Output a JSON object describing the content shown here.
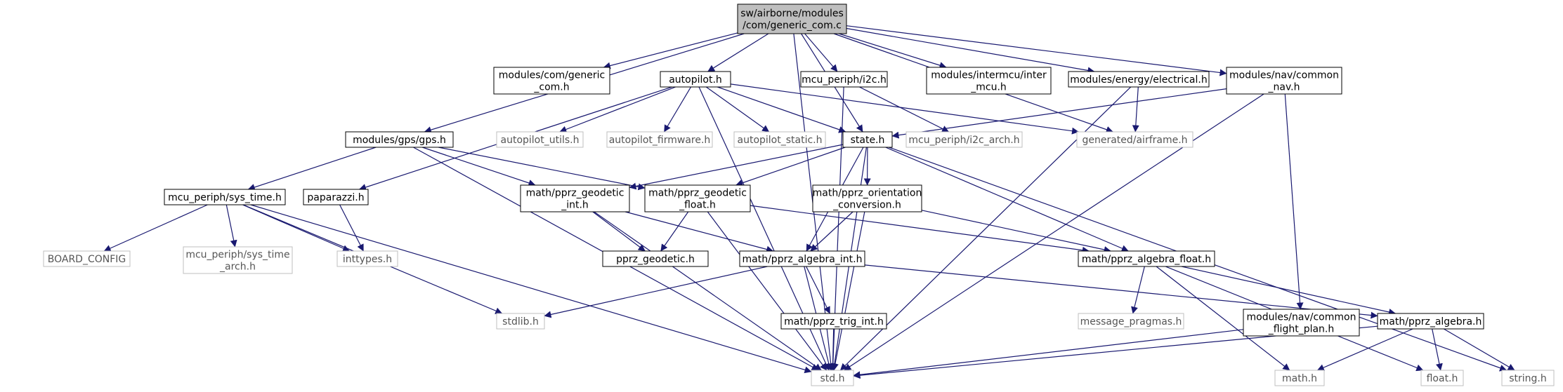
{
  "nodes": [
    {
      "id": "root",
      "lines": [
        "sw/airborne/modules",
        "/com/generic_com.c"
      ],
      "kind": "root"
    },
    {
      "id": "std",
      "lines": [
        "std.h"
      ],
      "kind": "external"
    },
    {
      "id": "modcomgen",
      "lines": [
        "modules/com/generic",
        "_com.h"
      ],
      "kind": "documented"
    },
    {
      "id": "autopilot",
      "lines": [
        "autopilot.h"
      ],
      "kind": "documented"
    },
    {
      "id": "i2c",
      "lines": [
        "mcu_periph/i2c.h"
      ],
      "kind": "documented"
    },
    {
      "id": "intermcu",
      "lines": [
        "modules/intermcu/inter",
        "_mcu.h"
      ],
      "kind": "documented"
    },
    {
      "id": "electrical",
      "lines": [
        "modules/energy/electrical.h"
      ],
      "kind": "documented"
    },
    {
      "id": "commonnav",
      "lines": [
        "modules/nav/common",
        "_nav.h"
      ],
      "kind": "documented"
    },
    {
      "id": "gps",
      "lines": [
        "modules/gps/gps.h"
      ],
      "kind": "documented"
    },
    {
      "id": "apu",
      "lines": [
        "autopilot_utils.h"
      ],
      "kind": "external"
    },
    {
      "id": "apf",
      "lines": [
        "autopilot_firmware.h"
      ],
      "kind": "external"
    },
    {
      "id": "aps",
      "lines": [
        "autopilot_static.h"
      ],
      "kind": "external"
    },
    {
      "id": "state",
      "lines": [
        "state.h"
      ],
      "kind": "documented"
    },
    {
      "id": "i2carch",
      "lines": [
        "mcu_periph/i2c_arch.h"
      ],
      "kind": "external"
    },
    {
      "id": "airframe",
      "lines": [
        "generated/airframe.h"
      ],
      "kind": "external"
    },
    {
      "id": "systime",
      "lines": [
        "mcu_periph/sys_time.h"
      ],
      "kind": "documented"
    },
    {
      "id": "paparazzi",
      "lines": [
        "paparazzi.h"
      ],
      "kind": "documented"
    },
    {
      "id": "pgi",
      "lines": [
        "math/pprz_geodetic",
        "_int.h"
      ],
      "kind": "documented"
    },
    {
      "id": "pgf",
      "lines": [
        "math/pprz_geodetic",
        "_float.h"
      ],
      "kind": "documented"
    },
    {
      "id": "poc",
      "lines": [
        "math/pprz_orientation",
        "_conversion.h"
      ],
      "kind": "documented"
    },
    {
      "id": "board",
      "lines": [
        "BOARD_CONFIG"
      ],
      "kind": "external"
    },
    {
      "id": "stal",
      "lines": [
        "mcu_periph/sys_time",
        "_arch.h"
      ],
      "kind": "external"
    },
    {
      "id": "inttypes",
      "lines": [
        "inttypes.h"
      ],
      "kind": "external"
    },
    {
      "id": "pg",
      "lines": [
        "pprz_geodetic.h"
      ],
      "kind": "documented"
    },
    {
      "id": "pai",
      "lines": [
        "math/pprz_algebra_int.h"
      ],
      "kind": "documented"
    },
    {
      "id": "paf",
      "lines": [
        "math/pprz_algebra_float.h"
      ],
      "kind": "documented"
    },
    {
      "id": "stdlib",
      "lines": [
        "stdlib.h"
      ],
      "kind": "external"
    },
    {
      "id": "msgp",
      "lines": [
        "message_pragmas.h"
      ],
      "kind": "external"
    },
    {
      "id": "cfp",
      "lines": [
        "modules/nav/common",
        "_flight_plan.h"
      ],
      "kind": "documented"
    },
    {
      "id": "pa",
      "lines": [
        "math/pprz_algebra.h"
      ],
      "kind": "documented"
    },
    {
      "id": "pti",
      "lines": [
        "math/pprz_trig_int.h"
      ],
      "kind": "documented"
    },
    {
      "id": "math",
      "lines": [
        "math.h"
      ],
      "kind": "external"
    },
    {
      "id": "float",
      "lines": [
        "float.h"
      ],
      "kind": "external"
    },
    {
      "id": "string",
      "lines": [
        "string.h"
      ],
      "kind": "external"
    }
  ],
  "edges": [
    [
      "root",
      "std"
    ],
    [
      "root",
      "modcomgen"
    ],
    [
      "root",
      "autopilot"
    ],
    [
      "root",
      "i2c"
    ],
    [
      "root",
      "intermcu"
    ],
    [
      "root",
      "electrical"
    ],
    [
      "root",
      "commonnav"
    ],
    [
      "root",
      "gps"
    ],
    [
      "root",
      "state"
    ],
    [
      "root",
      "airframe"
    ],
    [
      "autopilot",
      "std"
    ],
    [
      "autopilot",
      "paparazzi"
    ],
    [
      "autopilot",
      "apu"
    ],
    [
      "autopilot",
      "apf"
    ],
    [
      "autopilot",
      "aps"
    ],
    [
      "autopilot",
      "state"
    ],
    [
      "autopilot",
      "airframe"
    ],
    [
      "i2c",
      "std"
    ],
    [
      "i2c",
      "i2carch"
    ],
    [
      "electrical",
      "std"
    ],
    [
      "electrical",
      "airframe"
    ],
    [
      "commonnav",
      "std"
    ],
    [
      "commonnav",
      "state"
    ],
    [
      "commonnav",
      "cfp"
    ],
    [
      "gps",
      "std"
    ],
    [
      "gps",
      "systime"
    ],
    [
      "gps",
      "pgi"
    ],
    [
      "gps",
      "pgf"
    ],
    [
      "state",
      "std"
    ],
    [
      "state",
      "pgi"
    ],
    [
      "state",
      "pgf"
    ],
    [
      "state",
      "poc"
    ],
    [
      "state",
      "pai"
    ],
    [
      "state",
      "paf"
    ],
    [
      "state",
      "string"
    ],
    [
      "systime",
      "std"
    ],
    [
      "systime",
      "board"
    ],
    [
      "systime",
      "stal"
    ],
    [
      "systime",
      "inttypes"
    ],
    [
      "systime",
      "stdlib"
    ],
    [
      "paparazzi",
      "inttypes"
    ],
    [
      "pgi",
      "std"
    ],
    [
      "pgi",
      "pg"
    ],
    [
      "pgi",
      "pai"
    ],
    [
      "pgf",
      "std"
    ],
    [
      "pgf",
      "pg"
    ],
    [
      "pgf",
      "paf"
    ],
    [
      "poc",
      "std"
    ],
    [
      "poc",
      "pai"
    ],
    [
      "poc",
      "paf"
    ],
    [
      "pai",
      "std"
    ],
    [
      "pai",
      "stdlib"
    ],
    [
      "pai",
      "pti"
    ],
    [
      "pai",
      "pa"
    ],
    [
      "paf",
      "msgp"
    ],
    [
      "paf",
      "pa"
    ],
    [
      "paf",
      "math"
    ],
    [
      "paf",
      "float"
    ],
    [
      "cfp",
      "std"
    ],
    [
      "pa",
      "std"
    ],
    [
      "pa",
      "math"
    ],
    [
      "pa",
      "float"
    ],
    [
      "pa",
      "string"
    ],
    [
      "pti",
      "std"
    ]
  ]
}
